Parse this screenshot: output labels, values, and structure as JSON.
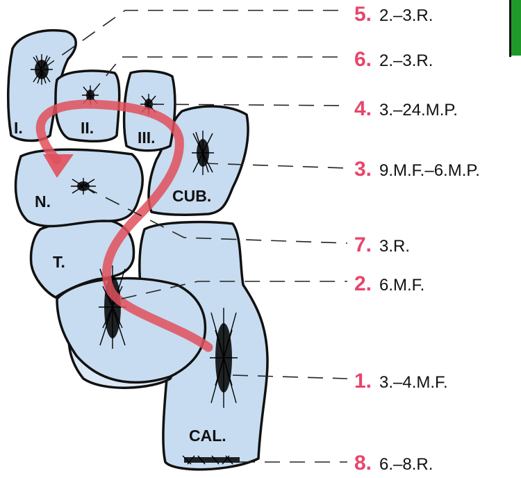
{
  "diagram": {
    "bones": [
      {
        "id": "first",
        "label": "I."
      },
      {
        "id": "second",
        "label": "II."
      },
      {
        "id": "third",
        "label": "III."
      },
      {
        "id": "navicular",
        "label": "N."
      },
      {
        "id": "cuboid",
        "label": "CUB."
      },
      {
        "id": "talus",
        "label": "T."
      },
      {
        "id": "calcaneus",
        "label": "CAL."
      }
    ],
    "annotations": [
      {
        "number": "5.",
        "text": "2.–3.R."
      },
      {
        "number": "6.",
        "text": "2.–3.R."
      },
      {
        "number": "4.",
        "text": "3.–24.M.P."
      },
      {
        "number": "3.",
        "text": "9.M.F.–6.M.P."
      },
      {
        "number": "7.",
        "text": "3.R."
      },
      {
        "number": "2.",
        "text": "6.M.F."
      },
      {
        "number": "1.",
        "text": "3.–4.M.F."
      },
      {
        "number": "8.",
        "text": "6.–8.R."
      }
    ],
    "colors": {
      "bone_fill": "#c7dcf0",
      "outline": "#111111",
      "arrow": "#e0505c",
      "label_number": "#e8456b",
      "corner_tab": "#1f9a2a"
    }
  }
}
